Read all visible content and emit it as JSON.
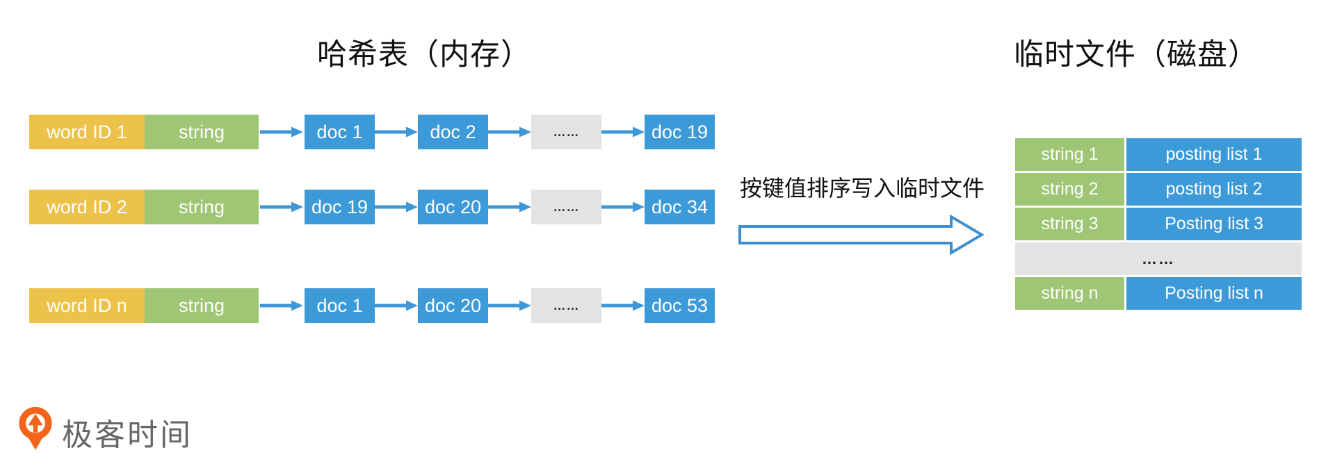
{
  "colors": {
    "word_box": "#EDC24B",
    "string_box": "#9EC674",
    "doc_box": "#3D9AD8",
    "ellipsis_box": "#E3E3E3",
    "connector_arrow": "#3E97D6",
    "transfer_arrow_stroke": "#3E8FD0",
    "logo_orange": "#F2641C",
    "logo_text_gray": "#666666"
  },
  "left_panel": {
    "title": "哈希表（内存）",
    "rows": [
      {
        "word_id": "word ID 1",
        "string_label": "string",
        "docs": [
          "doc 1",
          "doc 2",
          "……",
          "doc 19"
        ]
      },
      {
        "word_id": "word ID 2",
        "string_label": "string",
        "docs": [
          "doc 19",
          "doc 20",
          "……",
          "doc 34"
        ]
      },
      {
        "word_id": "word ID n",
        "string_label": "string",
        "docs": [
          "doc 1",
          "doc 20",
          "……",
          "doc 53"
        ]
      }
    ]
  },
  "transfer": {
    "label": "按键值排序写入临时文件"
  },
  "right_panel": {
    "title": "临时文件（磁盘）",
    "rows": [
      {
        "string": "string 1",
        "posting": "posting list 1"
      },
      {
        "string": "string 2",
        "posting": "posting list 2"
      },
      {
        "string": "string 3",
        "posting": "Posting list 3"
      }
    ],
    "ellipsis": "……",
    "last_row": {
      "string": "string n",
      "posting": "Posting list n"
    }
  },
  "footer": {
    "logo_text": "极客时间"
  }
}
